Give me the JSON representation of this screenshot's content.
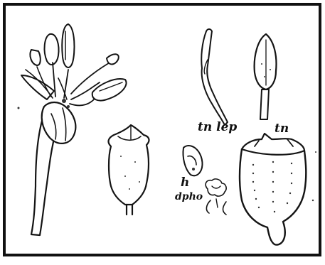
{
  "plate": {
    "labels": {
      "tn_lep": "tn lep",
      "tn": "tn",
      "h": "h",
      "dpho": "dpho"
    }
  }
}
